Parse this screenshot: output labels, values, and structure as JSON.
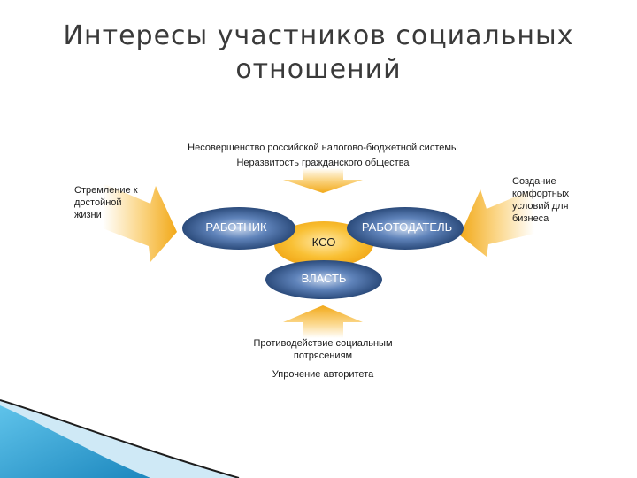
{
  "title": {
    "line1": "Интересы участников социальных",
    "line2": "отношений"
  },
  "top_text": {
    "line1": "Несовершенство российской налогово-бюджетной системы",
    "line2": "Неразвитость гражданского общества"
  },
  "left_text": {
    "line1": "Стремление к",
    "line2": "достойной",
    "line3": "жизни"
  },
  "right_text": {
    "line1": "Создание",
    "line2": "комфортных",
    "line3": "условий для",
    "line4": "бизнеса"
  },
  "bottom_text": {
    "line1": "Противодействие социальным",
    "line2": "потрясениям",
    "line3": "Упрочение авторитета"
  },
  "nodes": {
    "worker": "РАБОТНИК",
    "employer": "РАБОТОДАТЕЛЬ",
    "kso": "КСО",
    "power": "ВЛАСТЬ"
  },
  "colors": {
    "arrow": "#f5b51c",
    "oval_blue": "#2c4f86",
    "oval_orange": "#f7b21a",
    "accent_teal": "#2b9bd0"
  }
}
